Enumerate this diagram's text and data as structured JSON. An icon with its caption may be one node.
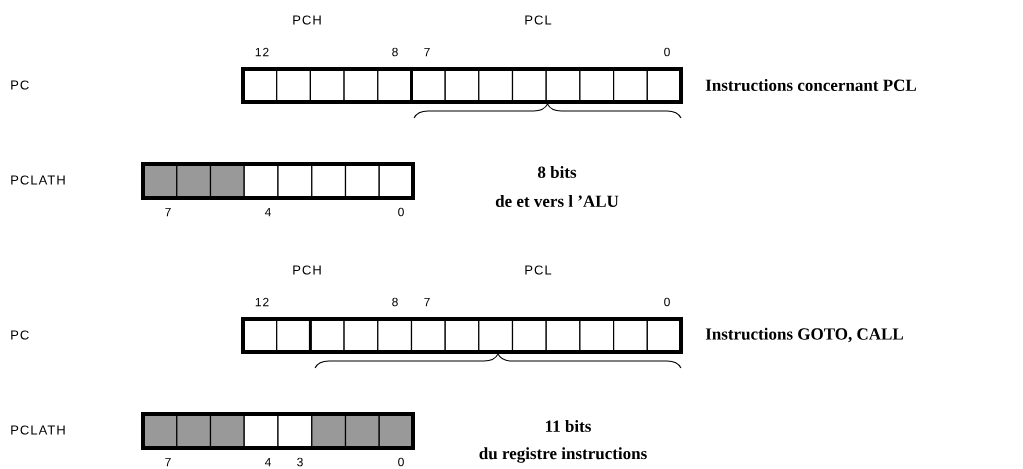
{
  "diagram": {
    "labels": [
      "PCH",
      "PCL",
      "12",
      "8",
      "7",
      "0",
      "PC",
      "Instructions concernant PCL",
      "PCLATH",
      "8 bits",
      "de et vers l ’ALU",
      "7",
      "4",
      "0",
      "PCH",
      "PCL",
      "12",
      "8",
      "7",
      "0",
      "PC",
      "Instructions GOTO, CALL",
      "PCLATH",
      "11 bits",
      "du registre instructions",
      "7",
      "4",
      "3",
      "0"
    ]
  }
}
